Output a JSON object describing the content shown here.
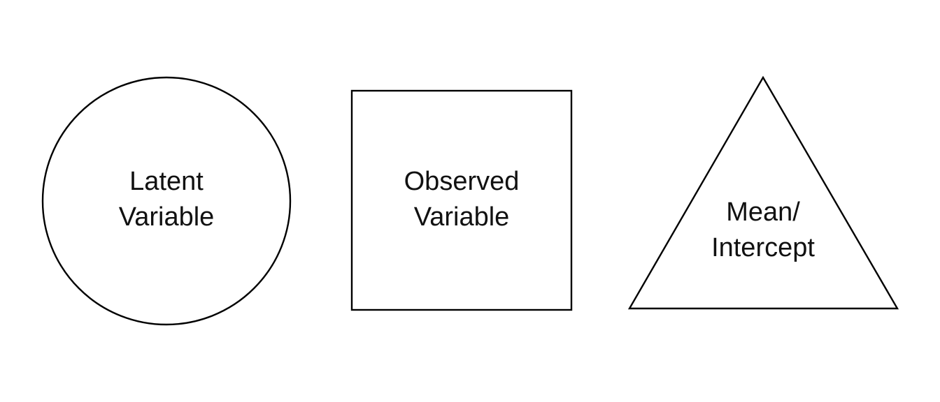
{
  "legend": {
    "latent": {
      "line1": "Latent",
      "line2": "Variable"
    },
    "observed": {
      "line1": "Observed",
      "line2": "Variable"
    },
    "mean": {
      "line1": "Mean/",
      "line2": "Intercept"
    }
  }
}
